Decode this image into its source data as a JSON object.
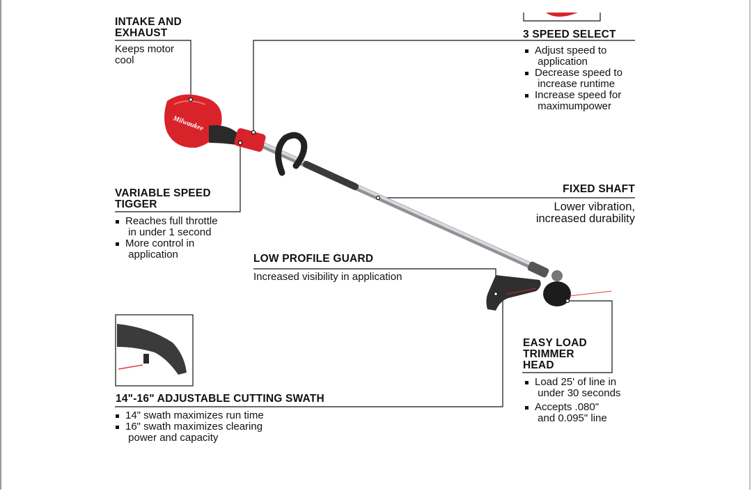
{
  "top_cut_text": "",
  "air_intake": {
    "title_line1": "INTAKE AND",
    "title_line2": "EXHAUST",
    "desc_line1": "Keeps motor",
    "desc_line2": "cool"
  },
  "speed_select": {
    "title": "3 SPEED SELECT",
    "bullets": [
      "Adjust speed to\n application",
      "Decrease speed to\n increase runtime",
      "Increase speed for\n maximumpower"
    ]
  },
  "trigger": {
    "title_line1": "VARIABLE SPEED",
    "title_line2": "TIGGER",
    "bullets": [
      "Reaches full throttle\n in under 1 second",
      "More control in\n application"
    ]
  },
  "shaft": {
    "title": "FIXED SHAFT",
    "desc_line1": "Lower vibration,",
    "desc_line2": "increased durability"
  },
  "guard": {
    "title": "LOW PROFILE GUARD",
    "desc": "Increased visibility in application"
  },
  "trimmer_head": {
    "title_line1": "EASY LOAD",
    "title_line2": "TRIMMER",
    "title_line3": "HEAD",
    "bullets": [
      "Load 25' of line in\n under 30 seconds",
      "Accepts .080\"\n and 0.095\" line"
    ]
  },
  "swath": {
    "title": "14\"-16\" ADJUSTABLE CUTTING SWATH",
    "bullets": [
      "14\" swath maximizes run time",
      "16\" swath maximizes clearing\n power and capacity"
    ]
  },
  "brand_logo": "Milwaukee",
  "colors": {
    "brand_red": "#d8232a",
    "text": "#111111",
    "shaft": "#b8bcc0",
    "guard": "#2a2a2a"
  }
}
